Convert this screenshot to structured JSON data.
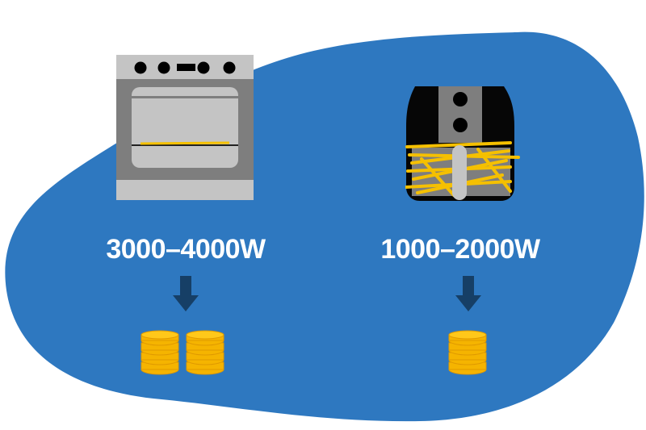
{
  "colors": {
    "blob": "#2e78c0",
    "arrow": "#163f66",
    "coin": "#f5b400",
    "fries": "#f5c000"
  },
  "oven": {
    "power_label": "3000–4000W",
    "coin_stacks": 2
  },
  "air_fryer": {
    "power_label": "1000–2000W",
    "coin_stacks": 1
  }
}
